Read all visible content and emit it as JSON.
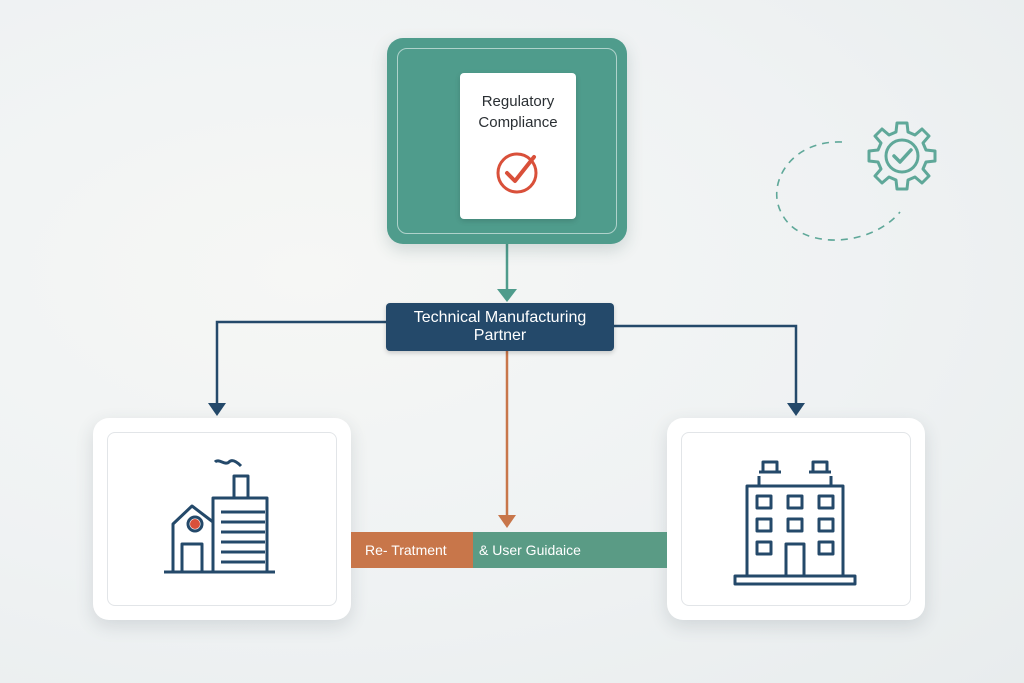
{
  "diagram": {
    "top_card": {
      "title": "Regulatory\nCompliance",
      "icon": "check-circle-icon"
    },
    "partner_label": "Technical Manufacturing\nPartner",
    "left_node": {
      "icon": "factory-icon"
    },
    "right_node": {
      "icon": "office-building-icon"
    },
    "process_band": {
      "segment_1": "Re- Tratment",
      "segment_2": "& User Guidaice"
    },
    "decoration": {
      "icon": "gear-check-icon"
    }
  },
  "colors": {
    "teal": "#4f9c8c",
    "navy": "#24496a",
    "orange": "#c8764a",
    "green": "#5a9b85",
    "red_accent": "#d9503a",
    "card_white": "#ffffff"
  }
}
